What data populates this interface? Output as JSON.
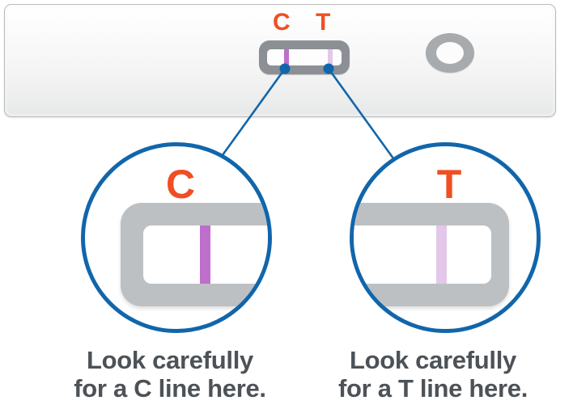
{
  "device": {
    "labels": {
      "control": "C",
      "test": "T"
    },
    "window": {
      "control_line_color": "#bd6fcb",
      "test_line_color": "#e3c8ea"
    },
    "sample_well": "sample-well"
  },
  "accent_colors": {
    "label_orange": "#f04e23",
    "loupe_blue": "#1166ab",
    "frame_gray": "#bdc0c2",
    "caption_gray": "#4c5257"
  },
  "magnifiers": [
    {
      "id": "control",
      "label": "C",
      "line_color": "#bd6fcb",
      "caption_lines": [
        "Look carefully",
        "for a C line here."
      ]
    },
    {
      "id": "test",
      "label": "T",
      "line_color": "#e3c8ea",
      "caption_lines": [
        "Look carefully",
        "for a T line here."
      ]
    }
  ]
}
